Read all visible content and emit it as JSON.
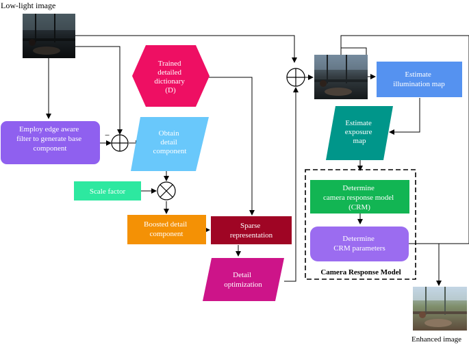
{
  "images": {
    "input_label": "Low-light image",
    "output_label": "Enhanced image"
  },
  "nodes": {
    "edge_filter": [
      "Employ edge aware",
      "filter to generate base",
      "component"
    ],
    "detail": [
      "Obtain",
      "detail",
      "component"
    ],
    "dictionary": [
      "Trained",
      "detailed",
      "dictionary",
      "(D)"
    ],
    "scale": [
      "Scale factor"
    ],
    "boosted": [
      "Boosted detail",
      "component"
    ],
    "sparse": [
      "Sparse",
      "representation"
    ],
    "detail_opt": [
      "Detail",
      "optimization"
    ],
    "illumination": [
      "Estimate",
      "illumination map"
    ],
    "exposure": [
      "Estimate",
      "exposure",
      "map"
    ],
    "crm_model": [
      "Determine",
      "camera response model",
      "(CRM)"
    ],
    "crm_params": [
      "Determine",
      "CRM parameters"
    ]
  },
  "group": {
    "label": "Camera Response Model"
  },
  "operators": {
    "minus_sign": "−"
  },
  "colors": {
    "edge_filter": "#8f60ef",
    "detail": "#69c8fb",
    "dictionary": "#ee0f63",
    "scale": "#2de8a0",
    "boosted": "#f49105",
    "sparse": "#9f0524",
    "detail_opt": "#cd1489",
    "illumination": "#5592f0",
    "exposure": "#00968a",
    "crm_model": "#12b553",
    "crm_params": "#9b6cf0"
  }
}
